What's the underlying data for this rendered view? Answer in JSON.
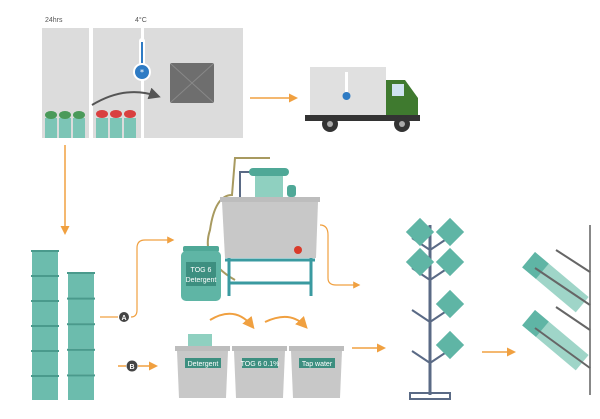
{
  "storage": {
    "time_label": "24hrs",
    "temp_label": "4°C"
  },
  "jar": {
    "line1": "TOG 6",
    "line2": "Detergent"
  },
  "paths": {
    "a": "A",
    "b": "B"
  },
  "bins": [
    {
      "label": "Detergent"
    },
    {
      "label": "TOG 6 0.1%"
    },
    {
      "label": "Tap water"
    }
  ],
  "colors": {
    "teal": "#5fb5a5",
    "orange": "#f0a040",
    "gray_panel": "#dcdcdc",
    "truck_cab": "#3f7a2f",
    "thermo_blue": "#2e7bc4",
    "rack": "#5a6a85"
  }
}
